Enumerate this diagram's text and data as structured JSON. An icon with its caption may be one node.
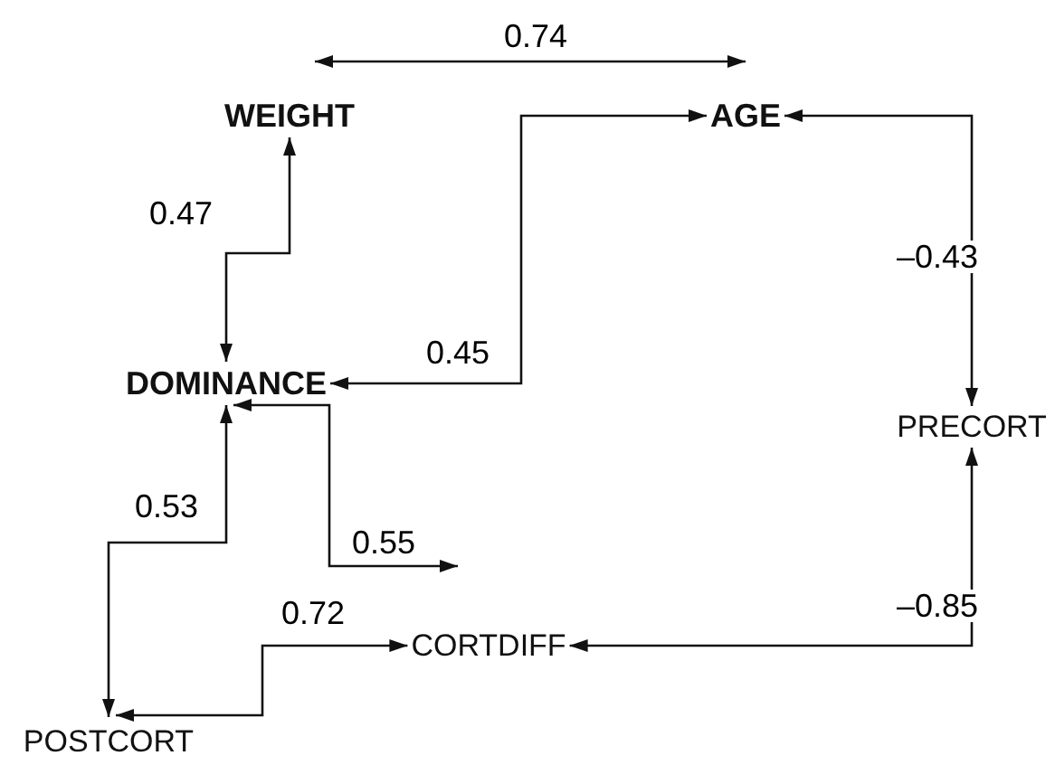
{
  "diagram": {
    "nodes": [
      {
        "text": [
          "WEIGHT"
        ]
      },
      {
        "text": [
          "AGE"
        ]
      },
      {
        "text": [
          "DOMINANCE"
        ]
      },
      {
        "text": [
          "PRECORT"
        ]
      },
      {
        "text": [
          "CORTDIFF"
        ]
      },
      {
        "text": [
          "POSTCORT"
        ]
      }
    ],
    "edges": [
      {
        "from": 0,
        "to": 1,
        "label": "0.74",
        "arrow": "both"
      },
      {
        "from": 2,
        "to": 0,
        "label": "0.47",
        "arrow": "both"
      },
      {
        "from": 2,
        "to": 1,
        "label": "0.45",
        "arrow": "both"
      },
      {
        "from": 1,
        "to": 3,
        "label": "–0.43",
        "arrow": "both"
      },
      {
        "from": 2,
        "to": null,
        "label": "0.55",
        "arrow": "both"
      },
      {
        "from": 2,
        "to": 5,
        "label": "0.53",
        "arrow": "both"
      },
      {
        "from": 5,
        "to": 4,
        "label": "0.72",
        "arrow": "both"
      },
      {
        "from": 4,
        "to": 3,
        "label": "–0.85",
        "arrow": "both"
      }
    ]
  }
}
